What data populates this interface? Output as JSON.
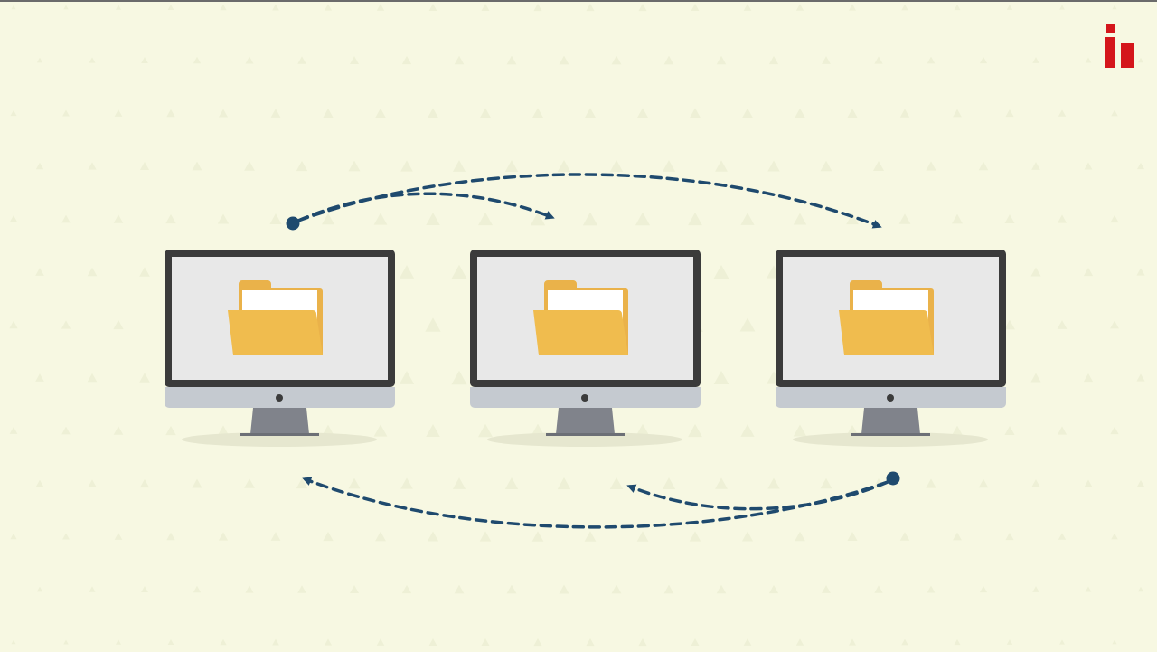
{
  "colors": {
    "background": "#f7f8e2",
    "triangle_pattern": "#eef0d6",
    "arrow": "#1f4a6e",
    "monitor_bezel": "#3b3b3b",
    "monitor_screen": "#e8e8e8",
    "monitor_chin": "#c5cad0",
    "stand": "#80838b",
    "shadow": "#e6e7cf",
    "folder": "#f0bc4e",
    "folder_back": "#eab24a",
    "paper": "#ffffff",
    "logo": "#d4161b"
  },
  "icons": {
    "logo": "brand-logo-icon",
    "computer": "monitor-icon",
    "folder": "folder-icon",
    "arrow": "dashed-arrow-icon"
  },
  "computers": [
    {
      "name": "computer-1",
      "has_folder": true
    },
    {
      "name": "computer-2",
      "has_folder": true
    },
    {
      "name": "computer-3",
      "has_folder": true
    }
  ],
  "transfers": [
    {
      "name": "arrow-1-to-2",
      "from": "computer-1",
      "to": "computer-2"
    },
    {
      "name": "arrow-1-to-3",
      "from": "computer-1",
      "to": "computer-3"
    },
    {
      "name": "arrow-3-to-2",
      "from": "computer-3",
      "to": "computer-2"
    },
    {
      "name": "arrow-3-to-1",
      "from": "computer-3",
      "to": "computer-1"
    }
  ]
}
